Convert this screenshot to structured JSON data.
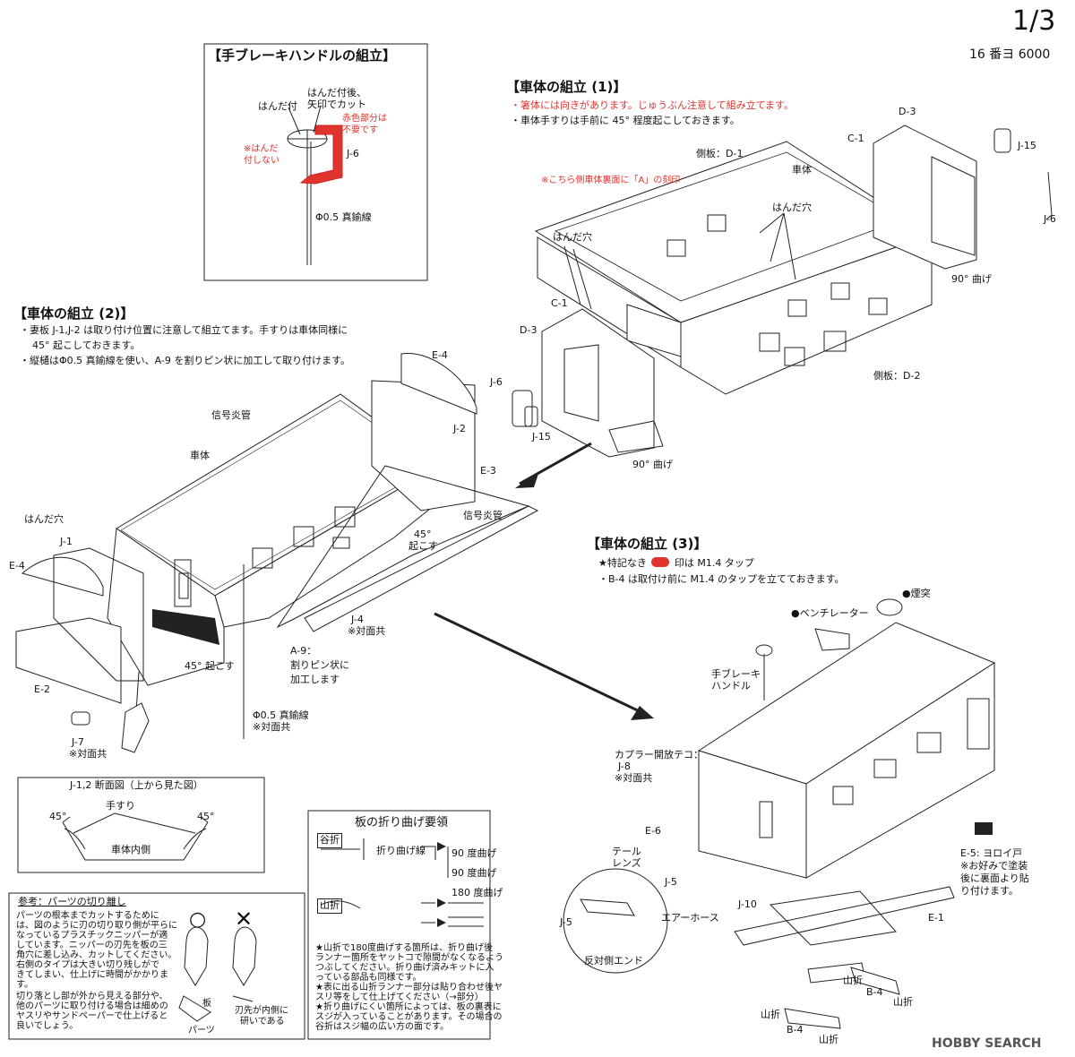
{
  "page": {
    "number": "1/3",
    "subtitle": "16 番ヨ 6000"
  },
  "brakeHandle": {
    "title": "【手ブレーキハンドルの組立】",
    "solder": "はんだ付",
    "cut": "はんだ付後、",
    "cut2": "矢印でカット",
    "red1": "赤色部分は",
    "red2": "不要です",
    "nosolder1": "※はんだ",
    "nosolder2": "付しない",
    "part": "J-6",
    "wire": "Φ0.5 真鍮線"
  },
  "body1": {
    "title": "【車体の組立 (1)】",
    "note1": "・箸体には向きがあります。じゅうぶん注意して組み立てます。",
    "note2": "・車体手すりは手前に 45° 程度起こしておきます。",
    "redNote": "※こちら側車体裏面に「A」の刻印",
    "labels": {
      "d3top": "D-3",
      "c1top": "C-1",
      "j15top": "J-15",
      "j6right": "J-6",
      "side1": "側板：D-1",
      "shatai": "車体",
      "handa1": "はんだ穴",
      "handa2": "はんだ穴",
      "deg90a": "90° 曲げ",
      "c1left": "C-1",
      "d3left": "D-3",
      "j6left": "J-6",
      "j15left": "J-15",
      "deg90b": "90° 曲げ",
      "side2": "側板：D-2"
    }
  },
  "body2": {
    "title": "【車体の組立 (2)】",
    "note1": "・妻板 J-1,J-2 は取り付け位置に注意して組立てます。手すりは車体同様に",
    "note1b": "45° 起こしておきます。",
    "note2": "・縦樋はΦ0.5 真鍮線を使い、A-9 を割りピン状に加工して取り付けます。",
    "labels": {
      "e4top": "E-4",
      "j2": "J-2",
      "e3": "E-3",
      "signal1": "信号炎管",
      "shatai": "車体",
      "signal2": "信号炎管",
      "deg45a": "45°",
      "okosu": "起こす",
      "handa": "はんだ穴",
      "j1": "J-1",
      "e4left": "E-4",
      "e2": "E-2",
      "deg45b": "45° 起こす",
      "a9": "A-9：",
      "a9b": "割りピン状に",
      "a9c": "加工します",
      "j4": "J-4",
      "j4b": "※対面共",
      "wire": "Φ0.5 真鍮線",
      "wireb": "※対面共",
      "j7": "J-7",
      "j7b": "※対面共"
    }
  },
  "section": {
    "title": "J-1,2 断面図（上から見た図）",
    "rail": "手すり",
    "angleL": "45°",
    "angleR": "45°",
    "inside": "車体内側"
  },
  "bend": {
    "title": "板の折り曲げ要領",
    "valley": "谷折",
    "bendLine": "折り曲げ線",
    "deg90a": "90 度曲げ",
    "deg90b": "90 度曲げ",
    "mountain": "山折",
    "deg180": "180 度曲げ",
    "notes": [
      "★山折で180度曲げする箇所は、折り曲げ後",
      "ランナー箇所をヤットコで隙間がなくなるよう",
      "つぶしてください。折り曲げ済みキットに入",
      "っている部品も同様です。",
      "★表に出る山折ランナー部分は貼り合わせ後ヤ",
      "スリ等をして仕上げてください（→部分）",
      "★折り曲げにくい箇所によっては、板の裏表に",
      "スジが入っていることがあります。その場合の",
      "谷折はスジ幅の広い方の面です。"
    ]
  },
  "cutNote": {
    "title": "参考：パーツの切り離し",
    "lines": [
      "パーツの根本までカットするために",
      "は、図のように刃の切り取り側が平らに",
      "なっているプラスチックニッパーが適",
      "しています。ニッパーの刃先を板の三",
      "角穴に差し込み、カットしてください。",
      "右側のタイプは大きい切り残しがで",
      "きてしまい、仕上げに時間がかかりま",
      "す。",
      "切り落とし部が外から見える部分や、",
      "他のパーツに取り付ける場合は細めの",
      "ヤスリやサンドペーパーで仕上げると",
      "良いでしょう。"
    ],
    "good": "○",
    "bad": "✕",
    "plate": "板",
    "parts": "パーツ",
    "blade1": "刃先が内側に",
    "blade2": "研いである"
  },
  "body3": {
    "title": "【車体の組立 (3)】",
    "note1a": "★特記なき",
    "note1b": "印は M1.4 タップ",
    "note2": "・B-4 は取付け前に M1.4 のタップを立てておきます。",
    "labels": {
      "chimney": "●煙突",
      "vent": "●ベンチレーター",
      "brake1": "手ブレーキ",
      "brake2": "ハンドル",
      "coupler1": "カプラー開放テコ：",
      "coupler2": "J-8",
      "coupler3": "※対面共",
      "e6": "E-6",
      "tail1": "テール",
      "tail2": "レンズ",
      "j5a": "J-5",
      "air": "エアーホース",
      "j10": "J-10",
      "j5b": "J-5",
      "opposite": "反対側エンド",
      "e5a": "E-5: ヨロイ戸",
      "e5b": "※お好みで塗装",
      "e5c": "後に裏面より貼",
      "e5d": "り付けます。",
      "e1": "E-1",
      "b4a": "B-4",
      "b4b": "B-4",
      "yamaore1": "山折",
      "yamaore2": "山折",
      "yamaore3": "山折",
      "yamaore4": "山折"
    }
  },
  "watermark": "HOBBY SEARCH",
  "watermarkSub": "© HOBBY SEARCH",
  "colors": {
    "red": "#e0342f",
    "ink": "#222222"
  }
}
